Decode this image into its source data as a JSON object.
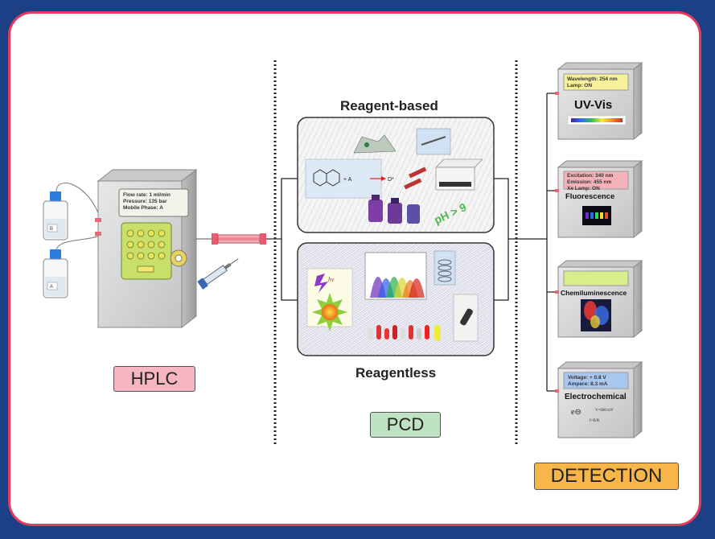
{
  "sections": {
    "hplc": "HPLC",
    "pcd": "PCD",
    "detection": "DETECTION"
  },
  "hplc": {
    "screen_lines": [
      "Flow rate: 1 ml/min",
      "Pressure: 135 bar",
      "Mobile Phase: A"
    ],
    "bottle_b": "B",
    "bottle_a": "A"
  },
  "pcd": {
    "reagent_based": {
      "title": "Reagent-based",
      "reaction_plus": "+ A",
      "reaction_product": "D*",
      "ph_text": "pH > 9"
    },
    "reagentless": {
      "title": "Reagentless",
      "hv_text": "hv"
    }
  },
  "detectors": [
    {
      "title": "UV-Vis",
      "screen_lines": [
        "Wavelength: 254 nm",
        "Lamp: ON"
      ],
      "screen_color": "#f6f19a"
    },
    {
      "title": "Fluorescence",
      "screen_lines": [
        "Excitation: 340 nm",
        "Emission: 455 nm",
        "Xe Lamp: ON"
      ],
      "screen_color": "#f3b3b8"
    },
    {
      "title": "Chemiluminescence",
      "screen_lines": [],
      "screen_color": "#d8ee8a"
    },
    {
      "title": "Electrochemical",
      "screen_lines": [
        "Voltage: + 0.8 V",
        "Ampere: 8.3 mA"
      ],
      "screen_color": "#a9c6ef",
      "formula_1": "e⊖",
      "formula_2": "V=600 mV",
      "formula_3": "I=E/R"
    }
  ],
  "colors": {
    "background": "#1c3f86",
    "frame_border": "#e33b5b",
    "hplc_label": "#f5b6c1",
    "pcd_label": "#bfe3c2",
    "detection_label": "#f7b54a",
    "device_body": "#d9d9d9",
    "keypad": "#c8e06a"
  }
}
